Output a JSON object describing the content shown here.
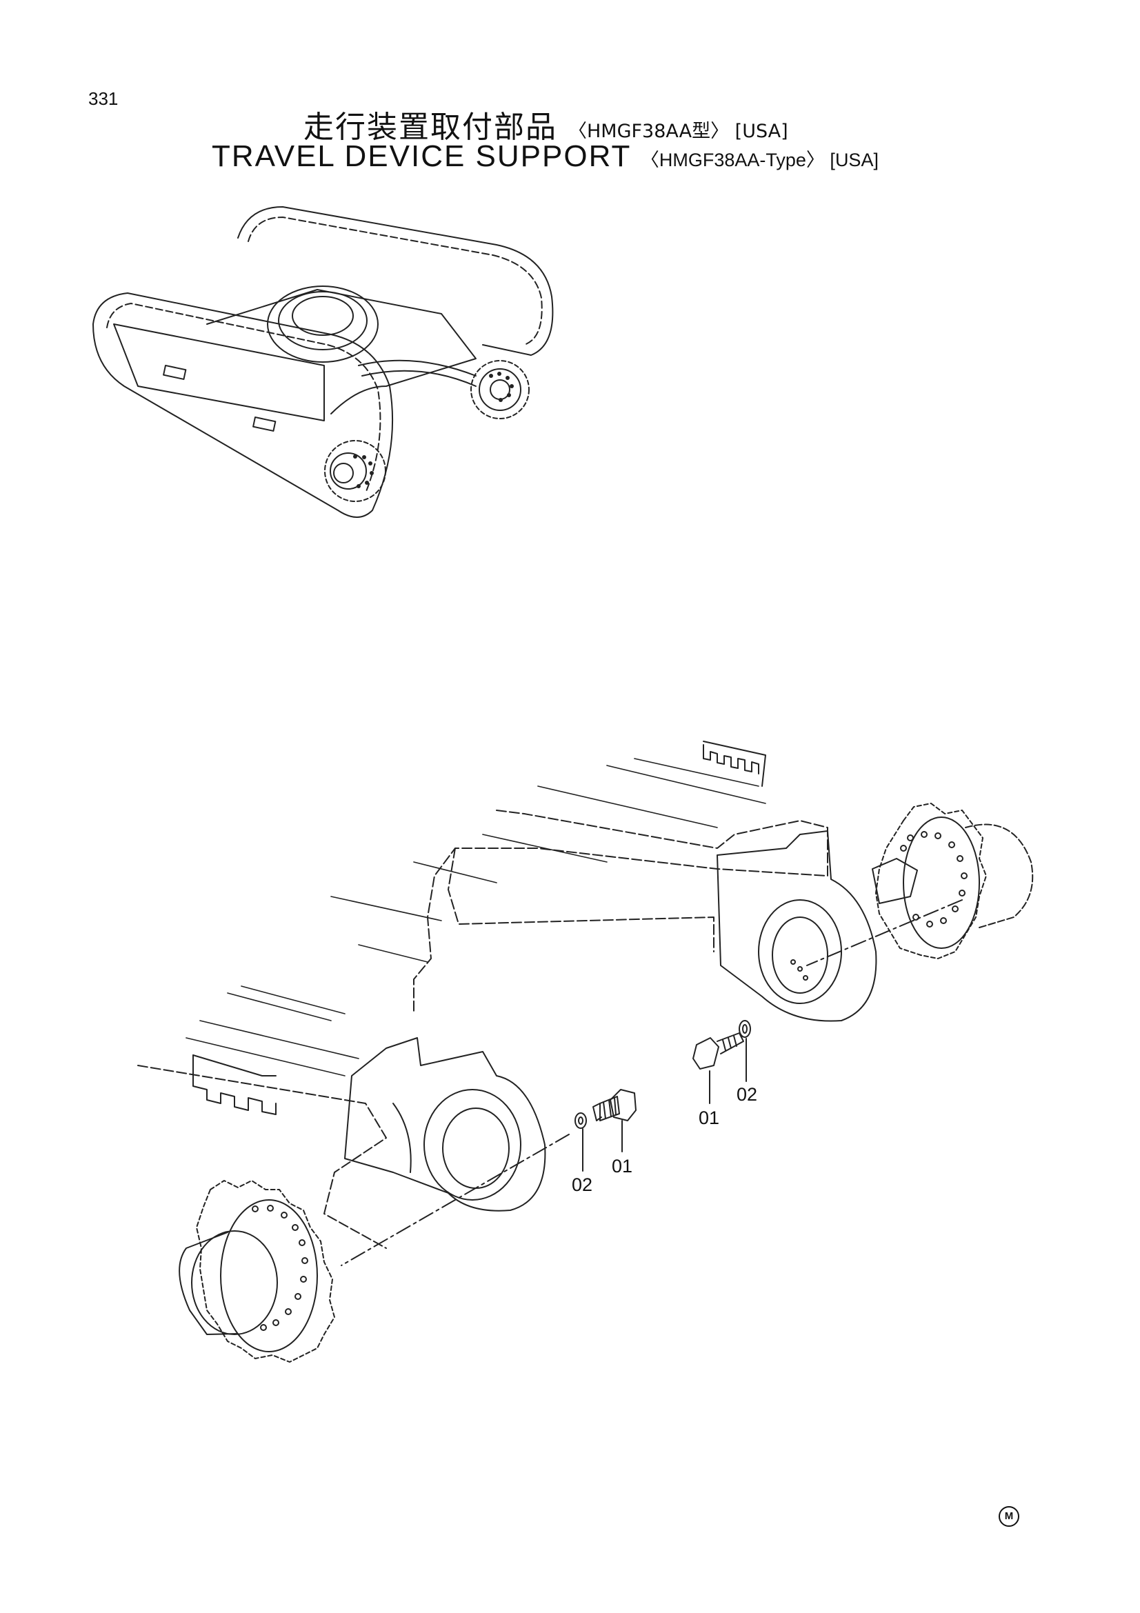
{
  "page_number": "331",
  "title_jp": "走行装置取付部品",
  "title_jp_tag": "〈HMGF38AA型〉 [USA]",
  "title_en": "TRAVEL DEVICE SUPPORT",
  "title_en_tag": "〈HMGF38AA-Type〉 [USA]",
  "callouts": {
    "c1_bolt": "01",
    "c1_washer": "02",
    "c2_bolt": "01",
    "c2_washer": "02"
  },
  "corner_mark": "M"
}
